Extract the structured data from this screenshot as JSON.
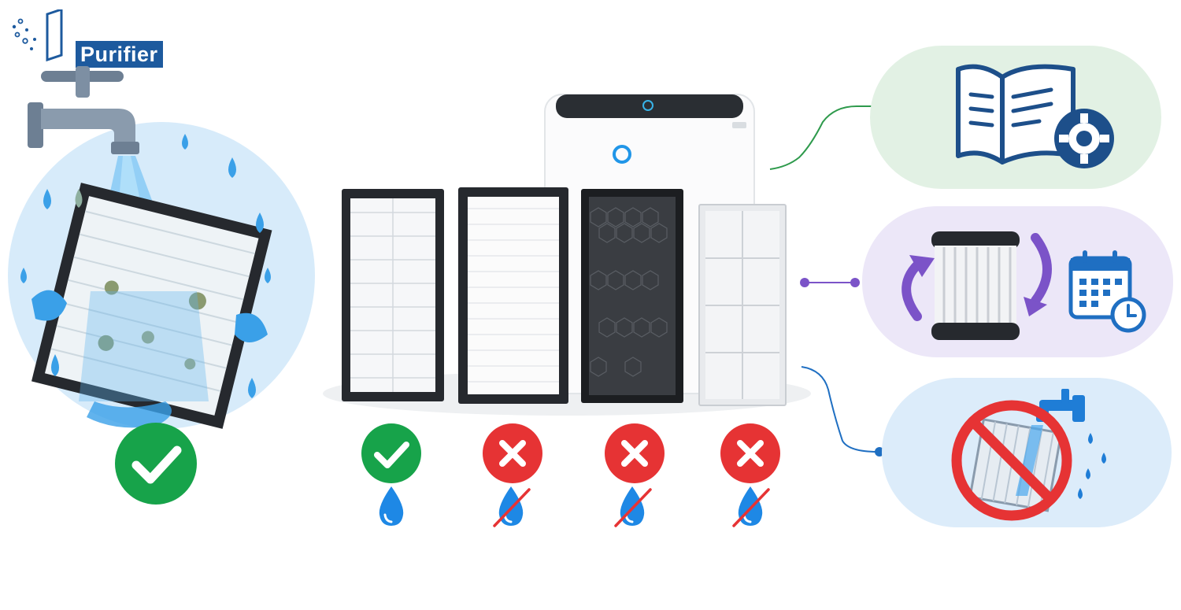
{
  "brand": {
    "name": "Purifier",
    "color": "#1d5a9e"
  },
  "wash_illustration": {
    "icon": "faucet-washing-filter-icon",
    "status": "washable",
    "status_color": "#17a34a"
  },
  "filters": [
    {
      "icon": "prefilter-panel-icon",
      "status": "washable",
      "status_icon": "check-icon",
      "water_icon": "water-drop-icon",
      "color": "#17a34a"
    },
    {
      "icon": "hepa-filter-icon",
      "status": "not-washable",
      "status_icon": "cross-icon",
      "water_icon": "no-water-icon",
      "color": "#e63334"
    },
    {
      "icon": "carbon-filter-icon",
      "status": "not-washable",
      "status_icon": "cross-icon",
      "water_icon": "no-water-icon",
      "color": "#e63334"
    },
    {
      "icon": "mesh-filter-icon",
      "status": "not-washable",
      "status_icon": "cross-icon",
      "water_icon": "no-water-icon",
      "color": "#e63334"
    }
  ],
  "side_panels": [
    {
      "icon": "manual-settings-icon",
      "color": "#2e9a4c",
      "background": "#e2f1e4"
    },
    {
      "icon": "replace-filter-schedule-icon",
      "color": "#7b53c8",
      "background": "#ece7f8"
    },
    {
      "icon": "do-not-wash-filter-icon",
      "color": "#1f6fc2",
      "background": "#dcecfa"
    }
  ]
}
